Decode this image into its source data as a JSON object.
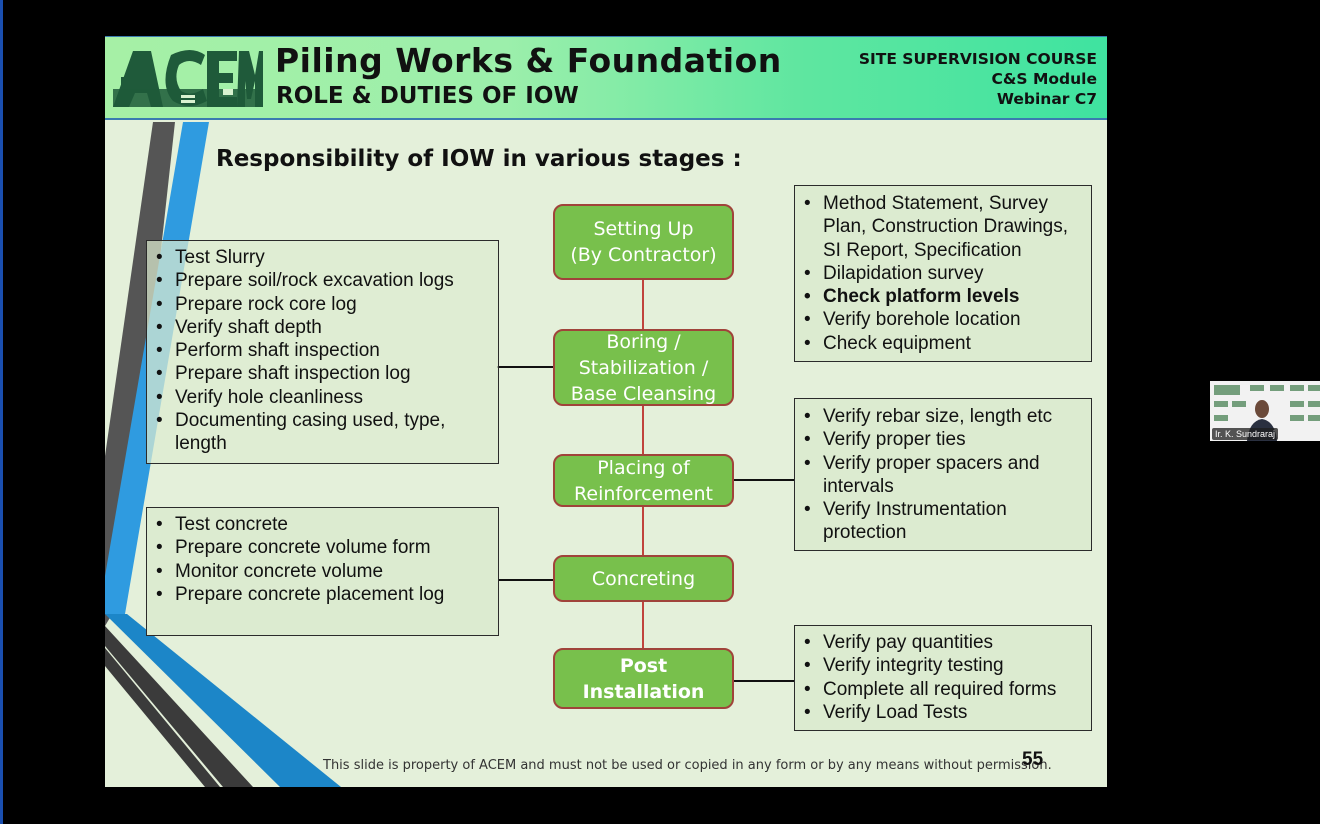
{
  "slide": {
    "title": "Piling Works & Foundation",
    "subtitle": "ROLE & DUTIES OF IOW",
    "course_lines": [
      "SITE SUPERVISION COURSE",
      "C&S Module",
      "Webinar C7"
    ],
    "logo_text": "ACEM",
    "heading": "Responsibility of IOW in various stages :",
    "stages": [
      {
        "lines": [
          "Setting Up",
          "(By Contractor)"
        ]
      },
      {
        "lines": [
          "Boring /",
          "Stabilization /",
          "Base Cleansing"
        ]
      },
      {
        "lines": [
          "Placing of",
          "Reinforcement"
        ]
      },
      {
        "lines": [
          "Concreting"
        ]
      },
      {
        "lines": [
          "Post",
          "Installation"
        ]
      }
    ],
    "boxes": {
      "setting_up": [
        {
          "text": "Method Statement, Survey Plan, Construction Drawings, SI Report, Specification",
          "bold": false
        },
        {
          "text": "Dilapidation survey",
          "bold": false
        },
        {
          "text": "Check platform levels",
          "bold": true
        },
        {
          "text": "Verify borehole location",
          "bold": false
        },
        {
          "text": "Check equipment",
          "bold": false
        }
      ],
      "boring": [
        {
          "text": "Test Slurry"
        },
        {
          "text": "Prepare  soil/rock excavation logs"
        },
        {
          "text": "Prepare rock core log"
        },
        {
          "text": "Verify shaft depth"
        },
        {
          "text": "Perform shaft inspection"
        },
        {
          "text": "Prepare shaft inspection log"
        },
        {
          "text": "Verify hole cleanliness"
        },
        {
          "text": "Documenting casing used, type, length"
        }
      ],
      "reinforcement": [
        {
          "text": "Verify rebar size, length etc"
        },
        {
          "text": "Verify proper ties"
        },
        {
          "text": "Verify proper spacers and intervals"
        },
        {
          "text": "Verify Instrumentation protection"
        }
      ],
      "concreting": [
        {
          "text": "Test concrete"
        },
        {
          "text": "Prepare concrete volume form"
        },
        {
          "text": "Monitor concrete volume"
        },
        {
          "text": "Prepare concrete placement log"
        }
      ],
      "post_installation": [
        {
          "text": "Verify pay quantities"
        },
        {
          "text": "Verify integrity testing"
        },
        {
          "text": "Complete all required forms"
        },
        {
          "text": "Verify Load Tests"
        }
      ]
    },
    "footer": "This slide is property of ACEM and must not be used or copied in any form or by any means without permission.",
    "page_number": "55"
  },
  "webcam": {
    "participant_name": "Ir. K. Sundraraj"
  },
  "colors": {
    "stage_fill": "#78c04c",
    "stage_border": "#a0433a",
    "connector": "#c0443c",
    "accent_blue": "#2f9be0",
    "accent_dark": "#3a3a3a"
  }
}
